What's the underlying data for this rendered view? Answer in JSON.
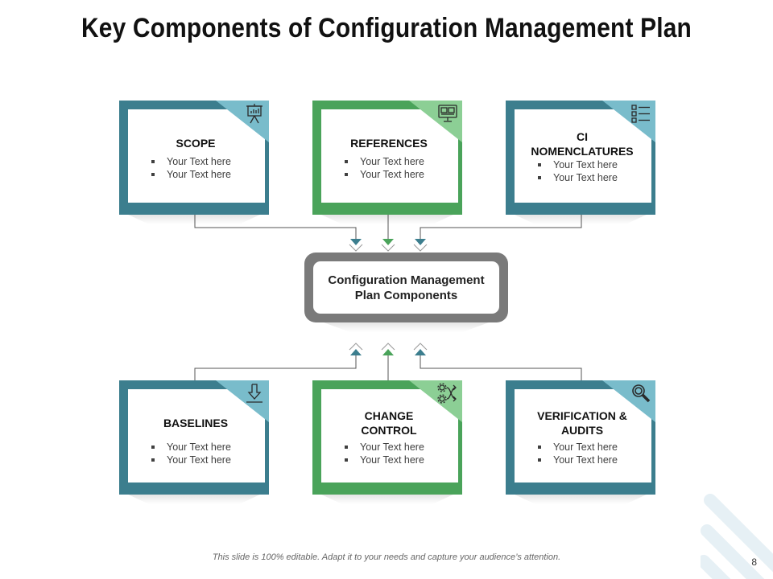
{
  "title": "Key Components of Configuration Management Plan",
  "center": {
    "label": "Configuration Management Plan Components"
  },
  "colors": {
    "teal": "#3c7e8e",
    "green": "#4aa35a",
    "teal_light": "#79bccb",
    "green_light": "#8ccf95",
    "center_border": "#7a7a7a",
    "stripe": "#e6f0f5"
  },
  "cards": [
    {
      "title": "SCOPE",
      "bullets": [
        "Your Text here",
        "Your Text here"
      ],
      "icon": "presentation-board-icon",
      "color": "teal"
    },
    {
      "title": "REFERENCES",
      "bullets": [
        "Your Text here",
        "Your Text here"
      ],
      "icon": "monitor-icon",
      "color": "green"
    },
    {
      "title": "CI NOMENCLATURES",
      "bullets": [
        "Your Text here",
        "Your Text here"
      ],
      "icon": "checklist-icon",
      "color": "teal"
    },
    {
      "title": "BASELINES",
      "bullets": [
        "Your Text here",
        "Your Text here"
      ],
      "icon": "download-icon",
      "color": "teal"
    },
    {
      "title": "CHANGE CONTROL",
      "bullets": [
        "Your Text here",
        "Your Text here"
      ],
      "icon": "gears-shuffle-icon",
      "color": "green"
    },
    {
      "title": "VERIFICATION & AUDITS",
      "bullets": [
        "Your Text here",
        "Your Text here"
      ],
      "icon": "magnifier-icon",
      "color": "teal"
    }
  ],
  "footer": {
    "note": "This slide is 100% editable. Adapt it to your needs and capture your audience’s attention.",
    "page": "8"
  }
}
